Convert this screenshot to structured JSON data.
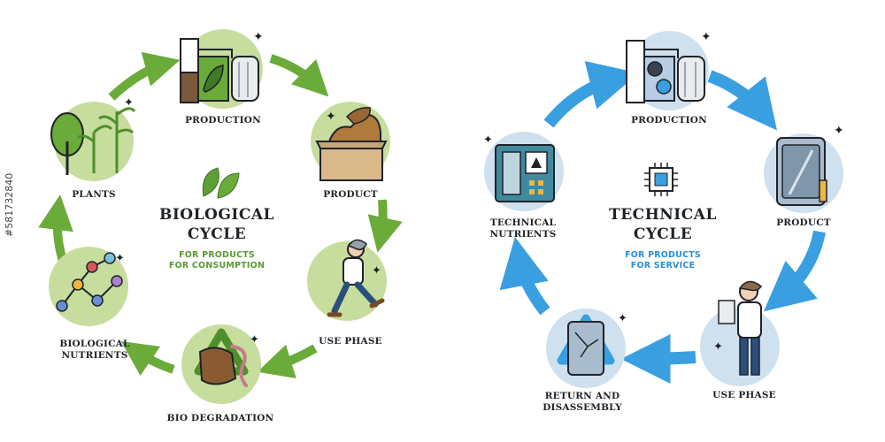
{
  "biological": {
    "title_line1": "BIOLOGICAL",
    "title_line2": "CYCLE",
    "subtitle_line1": "FOR PRODUCTS",
    "subtitle_line2": "FOR CONSUMPTION",
    "accent_color": "#6aab3a",
    "circle_color": "#c6dd9e",
    "stages": {
      "production": "PRODUCTION",
      "product": "PRODUCT",
      "use_phase": "USE PHASE",
      "bio_degradation": "BIO DEGRADATION",
      "biological_nutrients_line1": "BIOLOGICAL",
      "biological_nutrients_line2": "NUTRIENTS",
      "plants": "PLANTS"
    }
  },
  "technical": {
    "title_line1": "TECHNICAL",
    "title_line2": "CYCLE",
    "subtitle_line1": "FOR PRODUCTS",
    "subtitle_line2": "FOR SERVICE",
    "accent_color": "#3a9fe0",
    "circle_color": "#cfe0ef",
    "stages": {
      "production": "PRODUCTION",
      "product": "PRODUCT",
      "use_phase": "USE PHASE",
      "return_line1": "RETURN AND",
      "return_line2": "DISASSEMBLY",
      "technical_nutrients_line1": "TECHNICAL",
      "technical_nutrients_line2": "NUTRIENTS"
    }
  },
  "stock_id": "#581732840"
}
